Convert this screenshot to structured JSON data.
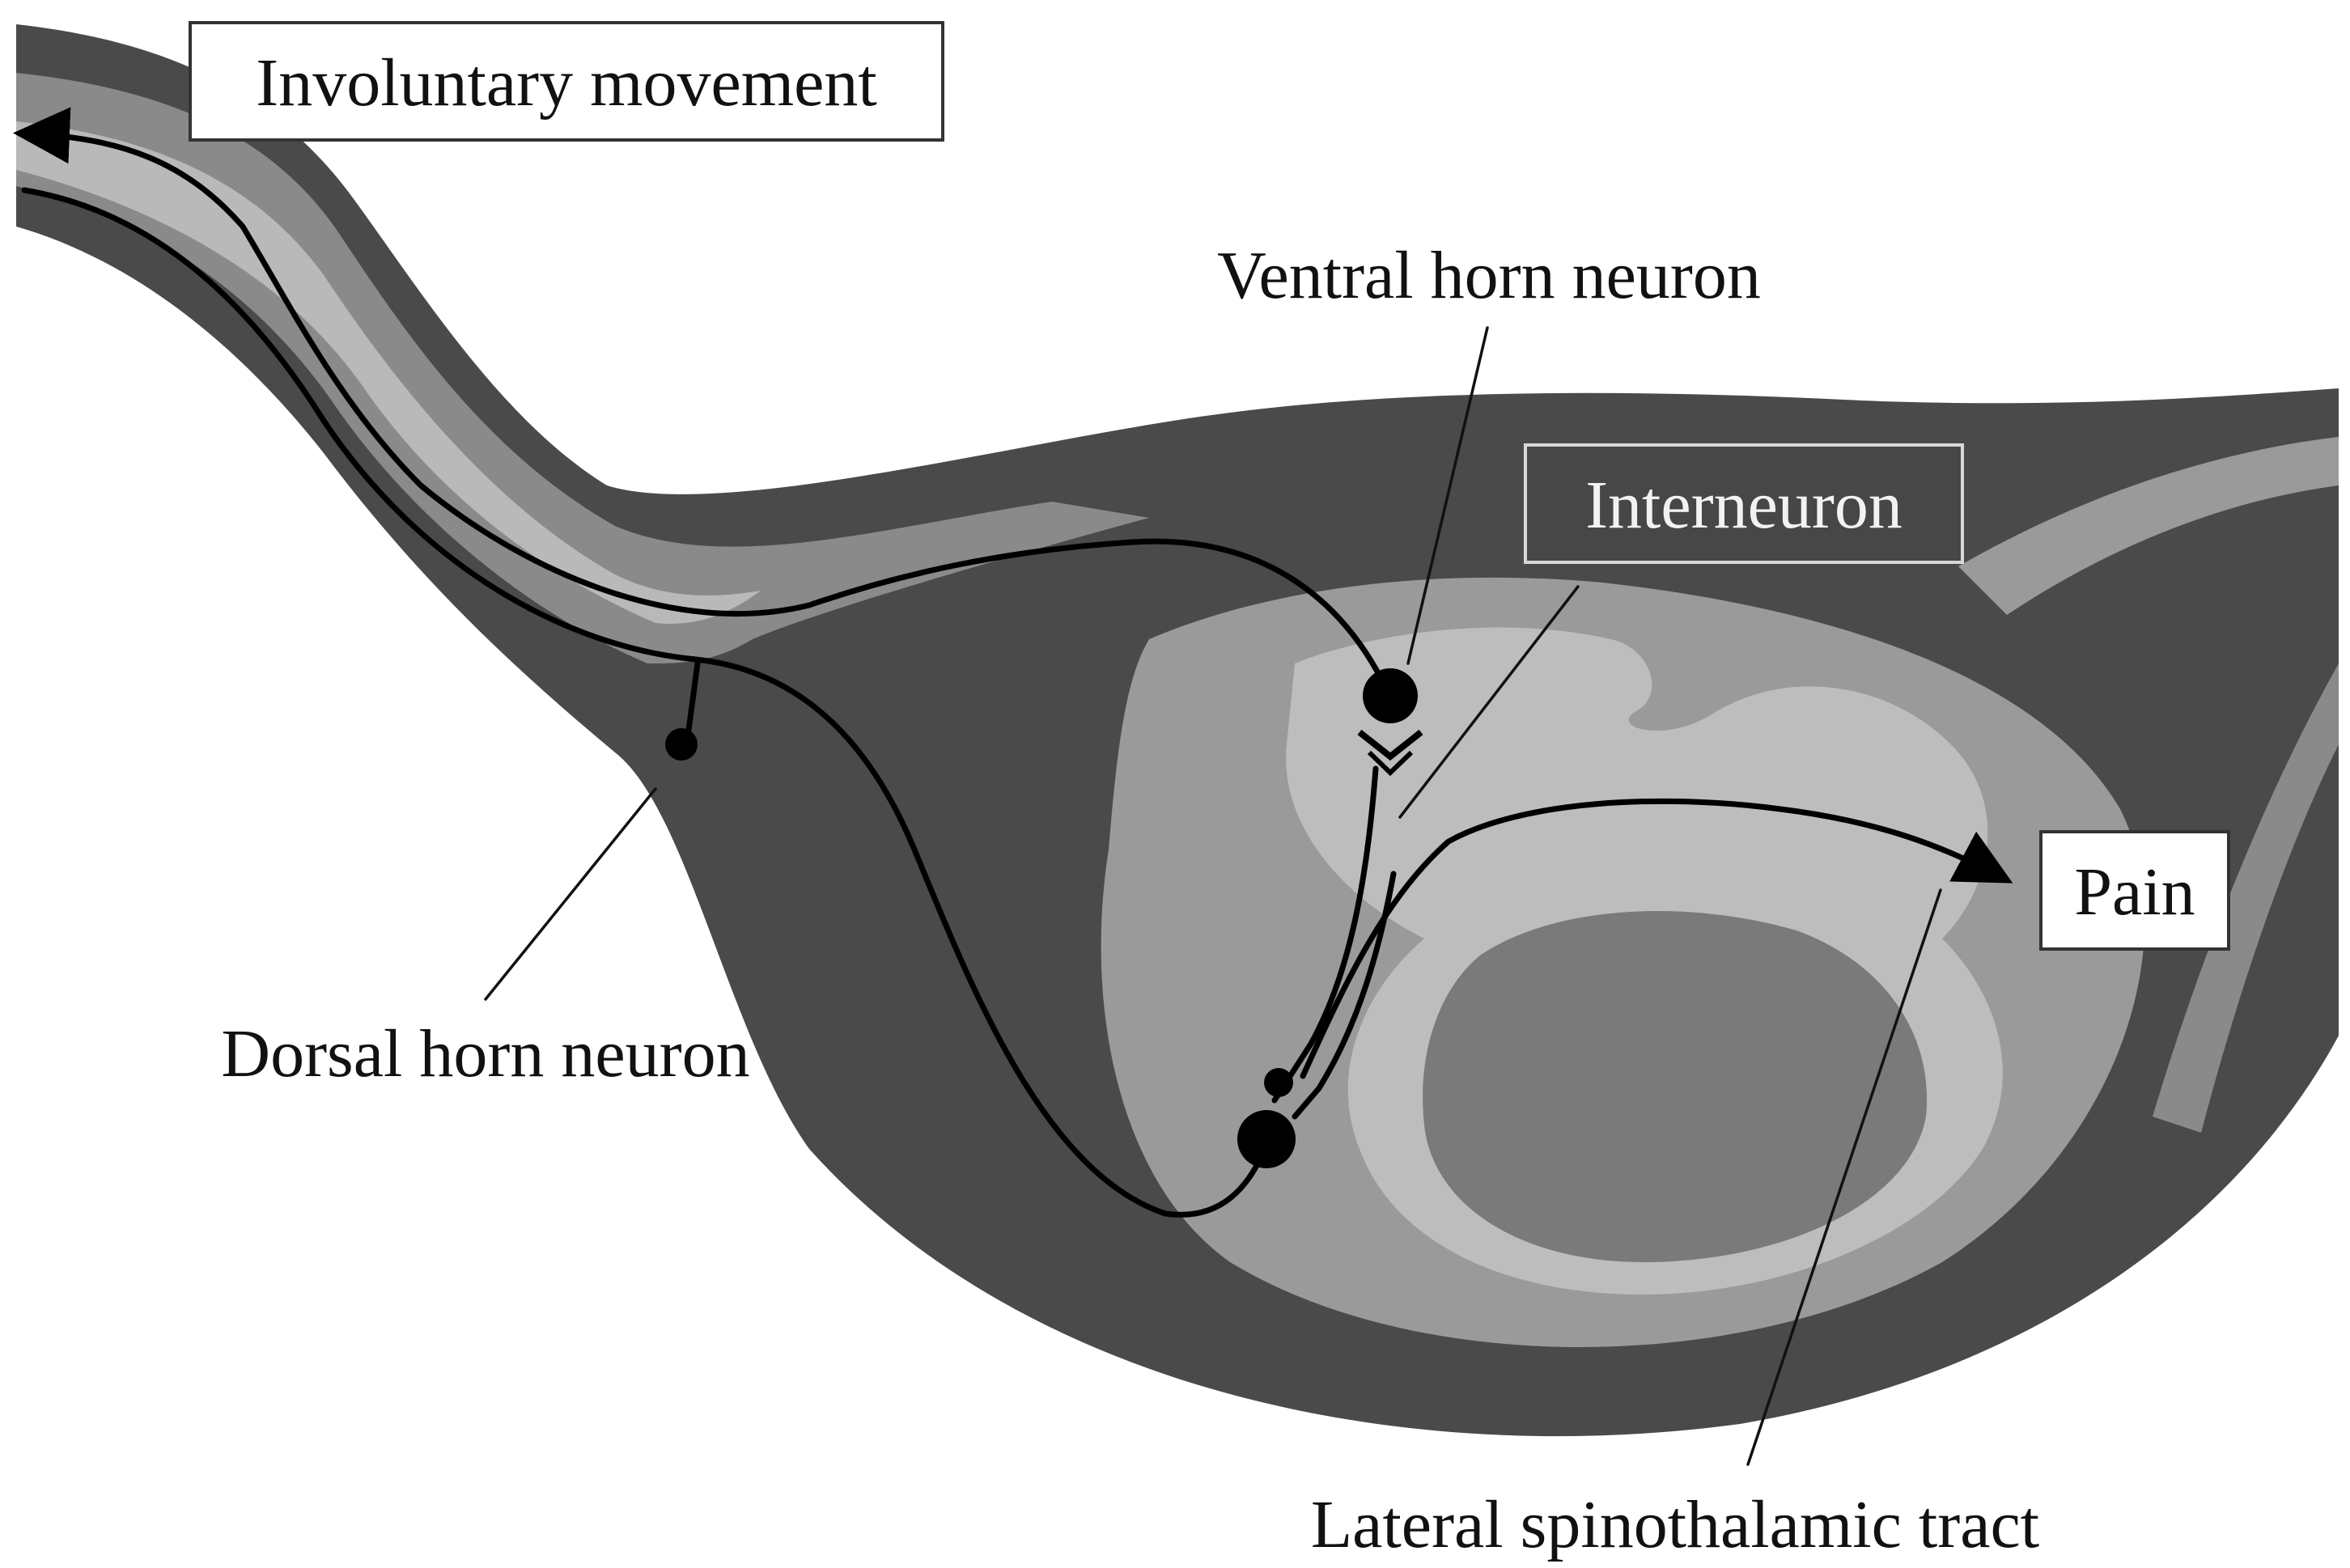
{
  "labels": {
    "involuntary_movement": "Involuntary movement",
    "ventral_horn_neuron": "Ventral horn neuron",
    "interneuron": "Interneuron",
    "pain": "Pain",
    "dorsal_horn_neuron": "Dorsal horn neuron",
    "lateral_spinothalamic_tract": "Lateral spinothalamic tract"
  },
  "colors": {
    "background": "#ffffff",
    "dark_tissue": "#4a4a4a",
    "medium_tissue": "#8a8a8a",
    "light_tissue": "#b9b9b9",
    "pathway": "#000000"
  }
}
